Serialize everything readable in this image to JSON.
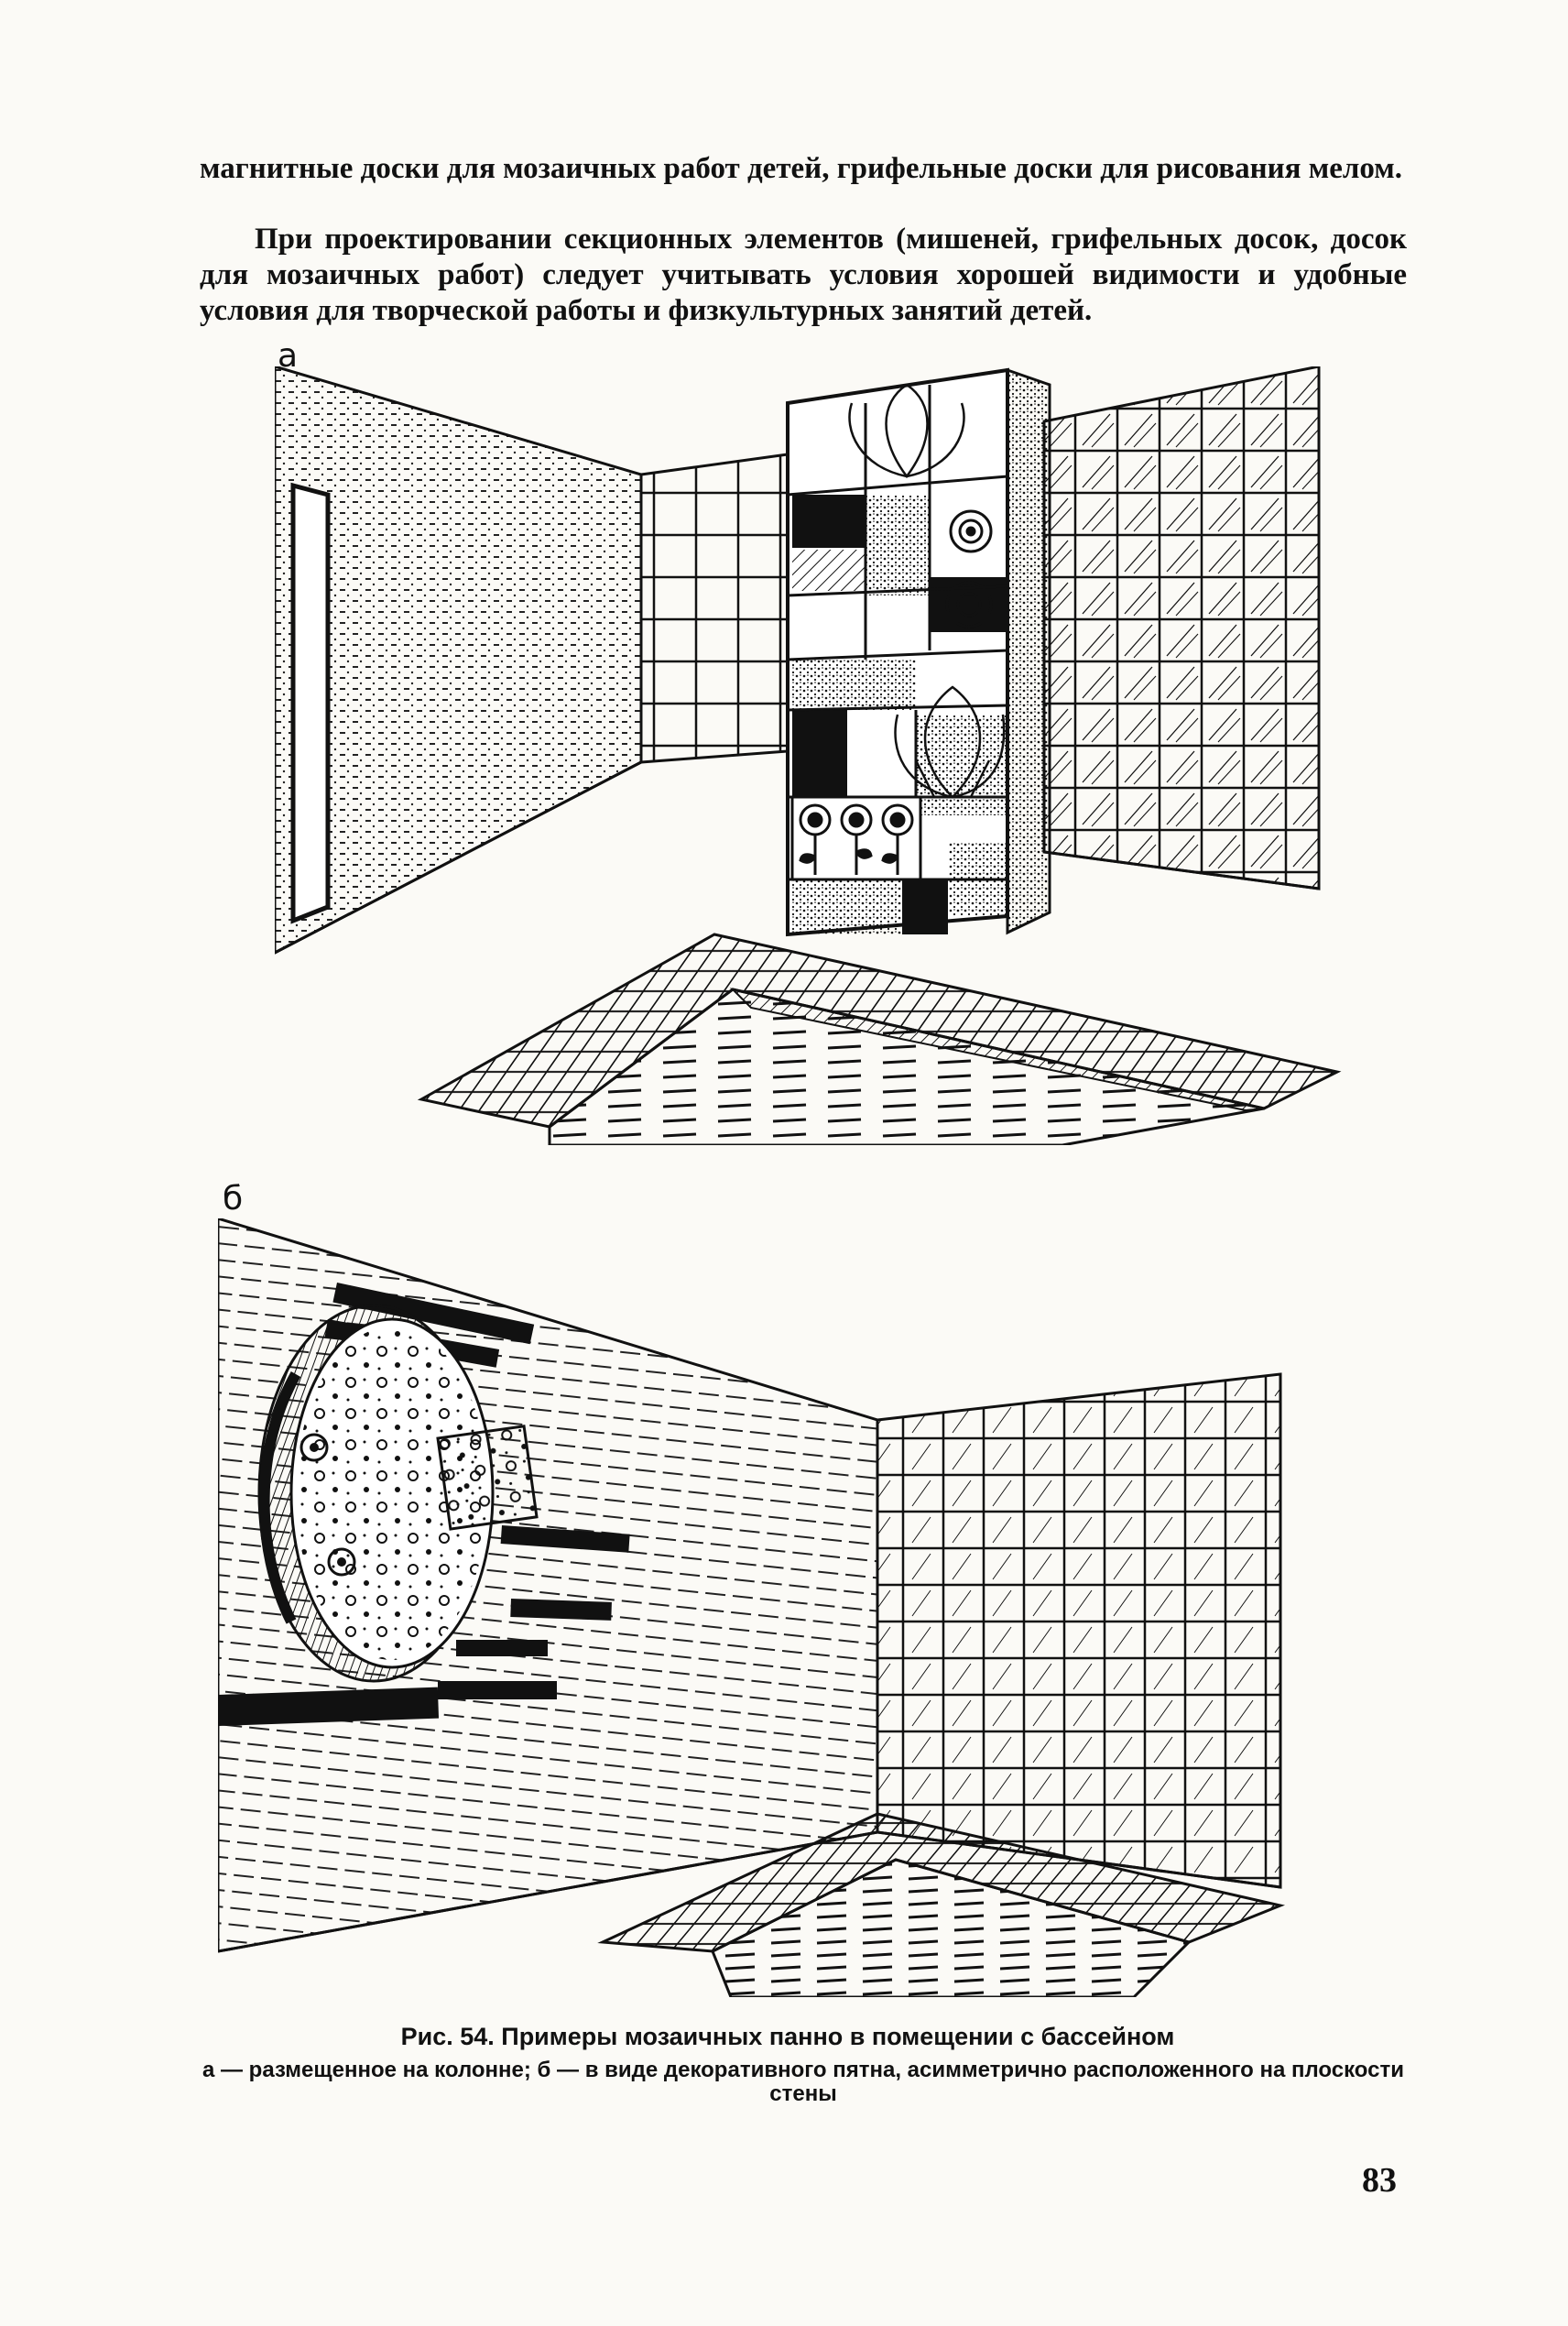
{
  "paragraphs": [
    "магнитные доски для мозаичных работ детей, грифельные доски для рисования мелом.",
    "При проектировании секционных элементов (мишеней, грифельных досок, досок для мозаичных работ) следует учитывать условия хорошей видимости и удобные условия для творческой работы и физкультурных занятий детей."
  ],
  "figure": {
    "part_a_label": "а",
    "part_b_label": "б",
    "caption_title": "Рис. 54. Примеры мозаичных панно в помещении с бассейном",
    "caption_text": "а — размещенное на колонне; б — в виде декоративного пятна, асимметрично расположенного на плоскости стены"
  },
  "page_number": "83"
}
